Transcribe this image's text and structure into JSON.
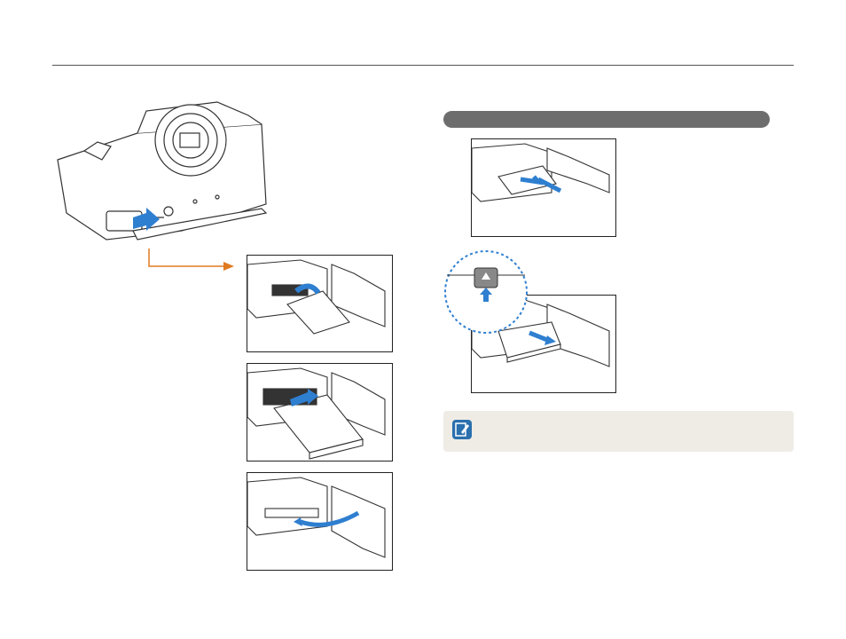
{
  "page": {
    "colors": {
      "rule": "#555555",
      "section_bar": "#6d6d6d",
      "frame_border": "#222222",
      "arrow_blue": "#2f7fd0",
      "callout_orange": "#e07a20",
      "note_bg": "#efece6",
      "note_icon": "#2a6fae"
    }
  },
  "illustrations": {
    "camera_bottom": "camera-bottom-open-compartment",
    "insert_card": "memory-card-insert",
    "insert_battery": "battery-insert",
    "close_cover": "cover-close",
    "remove_card": "memory-card-remove",
    "remove_battery": "battery-remove-with-lock-release"
  },
  "note": {
    "icon": "note-pencil-icon"
  }
}
